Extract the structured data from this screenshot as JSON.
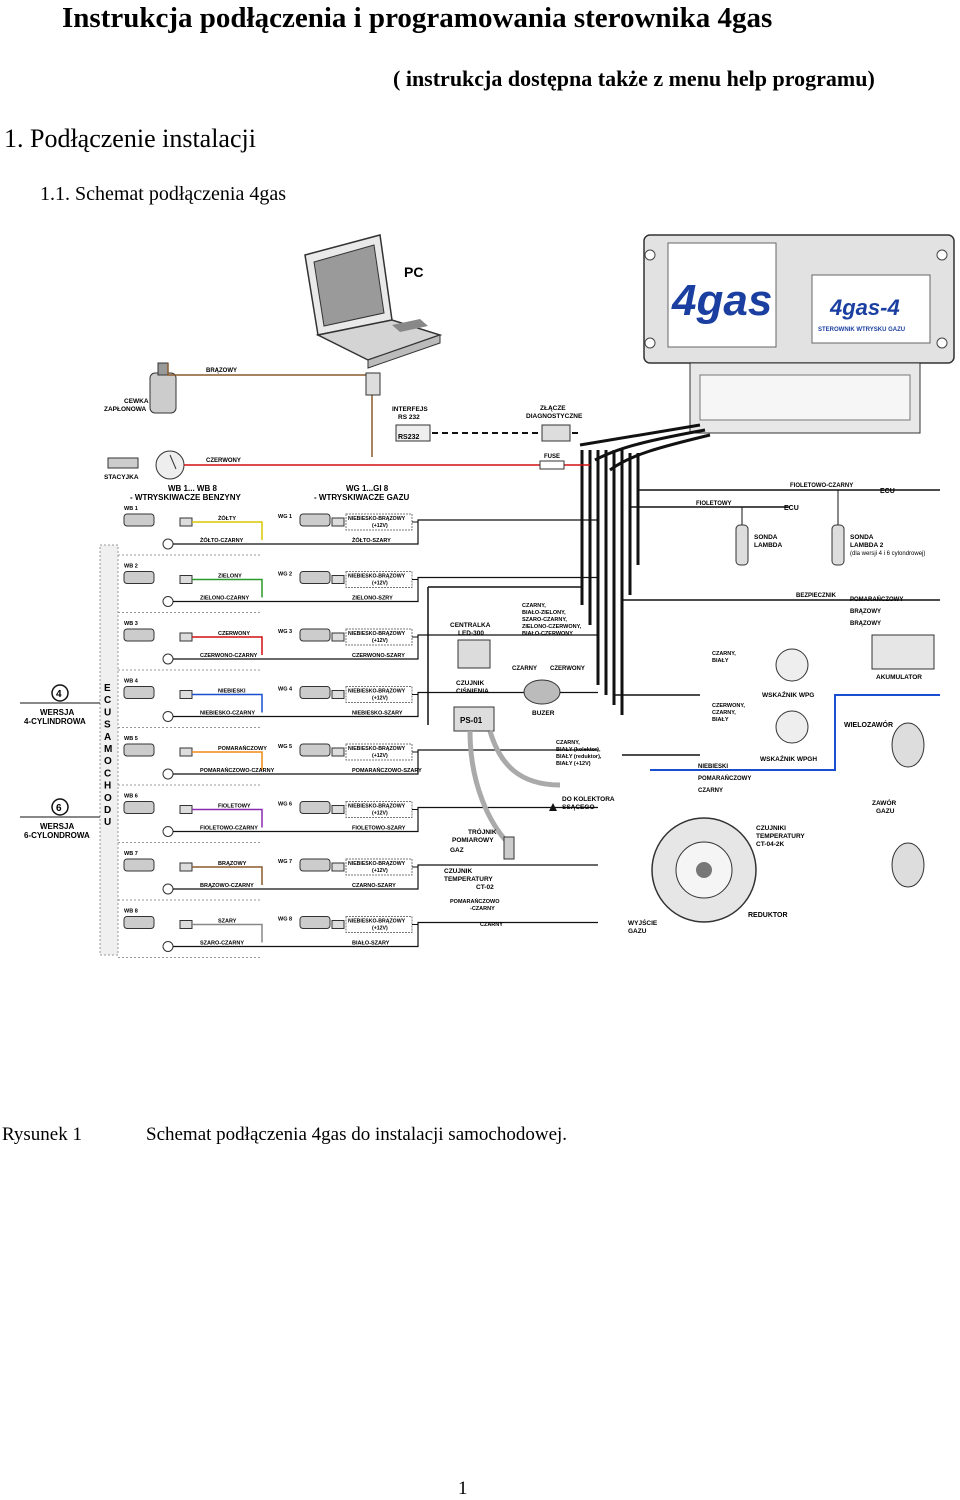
{
  "document": {
    "title": "Instrukcja podłączenia i programowania sterownika 4gas",
    "subtitle": "( instrukcja dostępna także z menu help programu)",
    "section": "1. Podłączenie instalacji",
    "subsection": "1.1. Schemat podłączenia 4gas",
    "caption_number": "Rysunek 1",
    "caption_text": "Schemat podłączenia 4gas do instalacji samochodowej.",
    "page_number": "1"
  },
  "diagram": {
    "pc": "PC",
    "logo": "4gas",
    "logo_small": "4gas-4",
    "panel_caption": "STEROWNIK WTRYSKU GAZU",
    "cewka": [
      "CEWKA",
      "ZAPŁONOWA"
    ],
    "brazowy": "BRĄZOWY",
    "interfejs": [
      "INTERFEJS",
      "RS 232"
    ],
    "rs232": "RS232",
    "zlacze": [
      "ZŁĄCZE",
      "DIAGNOSTYCZNE"
    ],
    "stacyjka": "STACYJKA",
    "czerwony": "CZERWONY",
    "fuse": "FUSE",
    "wb_header": [
      "WB 1... WB 8",
      "- WTRYSKIWACZE BENZYNY"
    ],
    "wg_header": [
      "WG 1...GI 8",
      "- WTRYSKIWACZE GAZU"
    ],
    "fioletowo_czarny": "FIOLETOWO-CZARNY",
    "ecu": "ECU",
    "fioletowy": "FIOLETOWY",
    "sonda1": [
      "SONDA",
      "LAMBDA"
    ],
    "sonda2": [
      "SONDA",
      "LAMBDA 2",
      "(dla wersji 4 i 6 cylondrowej)"
    ],
    "bezpiecznik": "BEZPIECZNIK",
    "pomaranczowy": "POMARAŃCZOWY",
    "brazowy_r": "BRĄZOWY",
    "akumulator": "AKUMULATOR",
    "centralka": [
      "CENTRALKA",
      "LED-300"
    ],
    "centralka_wires": [
      "CZARNY,",
      "BIAŁO-ZIELONY,",
      "SZARO-CZARNY,",
      "ZIELONO-CZERWONY,",
      "BIAŁO-CZERWONY"
    ],
    "czarny": "CZARNY",
    "czarny_bialy": [
      "CZARNY,",
      "BIAŁY"
    ],
    "wskaznik_wpg": "WSKAŹNIK WPG",
    "wskaznik_wpgh": "WSKAŹNIK WPGH",
    "czerwony_czarny_bialy": [
      "CZERWONY,",
      "CZARNY,",
      "BIAŁY"
    ],
    "wielozawor": "WIELOZAWÓR",
    "niebieski": "NIEBIESKI",
    "czujnik_cisn": [
      "CZUJNIK",
      "CIŚNIENIA"
    ],
    "ps01": "PS-01",
    "buzer": "BUZER",
    "czujnik_wires": [
      "CZARNY,",
      "BIAŁY (kolektor),",
      "BIAŁY (reduktor),",
      "BIAŁY (+12V)"
    ],
    "do_kolektora": [
      "DO KOLEKTORA",
      "SSĄCEGO"
    ],
    "zawor_gazu": [
      "ZAWÓR",
      "GAZU"
    ],
    "czujniki_temp": [
      "CZUJNIKI",
      "TEMPERATURY",
      "CT-04-2K"
    ],
    "trojnik": [
      "TRÓJNIK",
      "POMIAROWY"
    ],
    "gaz": "GAZ",
    "czujnik_temp": [
      "CZUJNIK",
      "TEMPERATURY",
      "CT-02"
    ],
    "pom_czarny": [
      "POMARAŃCZOWO",
      "-CZARNY"
    ],
    "wyjscie": [
      "WYJŚCIE",
      "GAZU"
    ],
    "reduktor": "REDUKTOR",
    "wersja4": [
      "WERSJA",
      "4-CYLINDROWA"
    ],
    "wersja6": [
      "WERSJA",
      "6-CYLONDROWA"
    ],
    "badge4": "4",
    "badge6": "6",
    "ecu_side": [
      "E",
      "C",
      "U"
    ],
    "samochodu": [
      "S",
      "A",
      "M",
      "O",
      "C",
      "H",
      "O",
      "D",
      "U"
    ],
    "plus12": "(+12V)",
    "rows": [
      {
        "wb": "WB 1",
        "wg": "WG 1",
        "c1": "ŻÓŁTY",
        "c2": "ŻÓŁTO-CZARNY",
        "g1": "NIEBIESKO-BRĄZOWY",
        "g2": "ŻÓŁTO-SZARY",
        "col": "#d8c800"
      },
      {
        "wb": "WB 2",
        "wg": "WG 2",
        "c1": "ZIELONY",
        "c2": "ZIELONO-CZARNY",
        "g1": "NIEBIESKO-BRĄZOWY",
        "g2": "ZIELONO-SZRY",
        "col": "#2a9a2a"
      },
      {
        "wb": "WB 3",
        "wg": "WG 3",
        "c1": "CZERWONY",
        "c2": "CZERWONO-CZARNY",
        "g1": "NIEBIESKO-BRĄZOWY",
        "g2": "CZERWONO-SZARY",
        "col": "#d01010"
      },
      {
        "wb": "WB 4",
        "wg": "WG 4",
        "c1": "NIEBIESKI",
        "c2": "NIEBIESKO-CZARNY",
        "g1": "NIEBIESKO-BRĄZOWY",
        "g2": "NIEBIESKO-SZARY",
        "col": "#1a4ed0"
      },
      {
        "wb": "WB 5",
        "wg": "WG 5",
        "c1": "POMARAŃCZOWY",
        "c2": "POMARAŃCZOWO-CZARNY",
        "g1": "NIEBIESKO-BRĄZOWY",
        "g2": "POMARAŃCZOWO-SZARY",
        "col": "#f08a10"
      },
      {
        "wb": "WB 6",
        "wg": "WG 6",
        "c1": "FIOLETOWY",
        "c2": "FIOLETOWO-CZARNY",
        "g1": "NIEBIESKO-BRĄZOWY",
        "g2": "FIOLETOWO-SZARY",
        "col": "#8a2ab0"
      },
      {
        "wb": "WB 7",
        "wg": "WG 7",
        "c1": "BRĄZOWY",
        "c2": "BRĄZOWO-CZARNY",
        "g1": "NIEBIESKO-BRĄZOWY",
        "g2": "CZARNO-SZARY",
        "col": "#8a5a2a"
      },
      {
        "wb": "WB 8",
        "wg": "WG 8",
        "c1": "SZARY",
        "c2": "SZARO-CZARNY",
        "g1": "NIEBIESKO-BRĄZOWY",
        "g2": "BIAŁO-SZARY",
        "col": "#888888"
      }
    ],
    "colors": {
      "wire": "#111111",
      "brown": "#8a5a2a",
      "red": "#d01010",
      "blue": "#1a4ed0",
      "panel": "#d9d9d9",
      "logo_blue": "#1a3fa0"
    }
  }
}
